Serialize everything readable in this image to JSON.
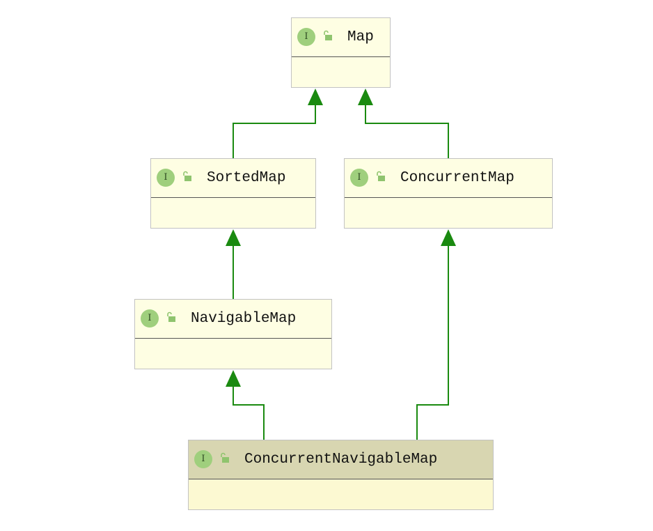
{
  "diagram": {
    "colors": {
      "edge": "#1a8a10",
      "node_fill": "#fefee3",
      "node_border": "#c2c2c2",
      "selected_header": "#d8d6b1",
      "badge": "#9fcf7d"
    },
    "badge_letter": "I",
    "nodes": {
      "map": {
        "label": "Map"
      },
      "sorted_map": {
        "label": "SortedMap"
      },
      "concurrent_map": {
        "label": "ConcurrentMap"
      },
      "navigable_map": {
        "label": "NavigableMap"
      },
      "concurrent_navigable_map": {
        "label": "ConcurrentNavigableMap",
        "selected": true
      }
    },
    "edges": [
      {
        "from": "sorted_map",
        "to": "map",
        "type": "extends"
      },
      {
        "from": "concurrent_map",
        "to": "map",
        "type": "extends"
      },
      {
        "from": "navigable_map",
        "to": "sorted_map",
        "type": "extends"
      },
      {
        "from": "concurrent_navigable_map",
        "to": "navigable_map",
        "type": "extends"
      },
      {
        "from": "concurrent_navigable_map",
        "to": "concurrent_map",
        "type": "extends"
      }
    ]
  }
}
